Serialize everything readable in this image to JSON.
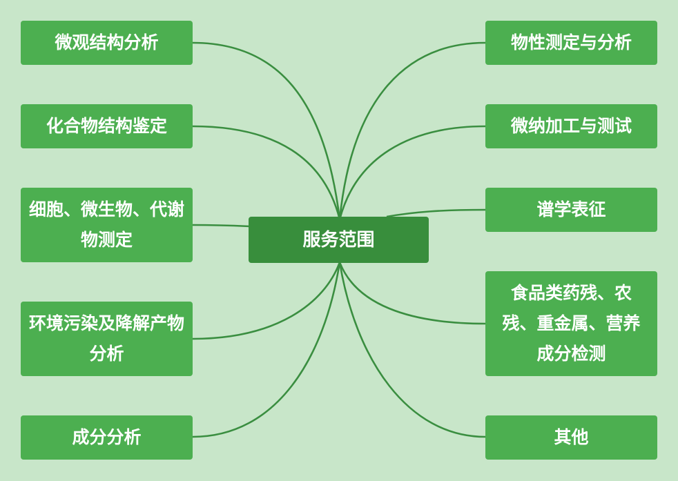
{
  "diagram": {
    "center": {
      "label": "服务范围"
    },
    "left_nodes": [
      {
        "label": "微观结构分析"
      },
      {
        "label": "化合物结构鉴定"
      },
      {
        "label": "细胞、微生物、代谢物测定"
      },
      {
        "label": "环境污染及降解产物分析"
      },
      {
        "label": "成分分析"
      }
    ],
    "right_nodes": [
      {
        "label": "物性测定与分析"
      },
      {
        "label": "微纳加工与测试"
      },
      {
        "label": "谱学表征"
      },
      {
        "label": "食品类药残、农残、重金属、营养成分检测"
      },
      {
        "label": "其他"
      }
    ],
    "colors": {
      "background": "#c8e6c9",
      "node": "#4caf50",
      "center": "#388e3c",
      "connector": "#3a8e40",
      "text": "#ffffff"
    }
  }
}
